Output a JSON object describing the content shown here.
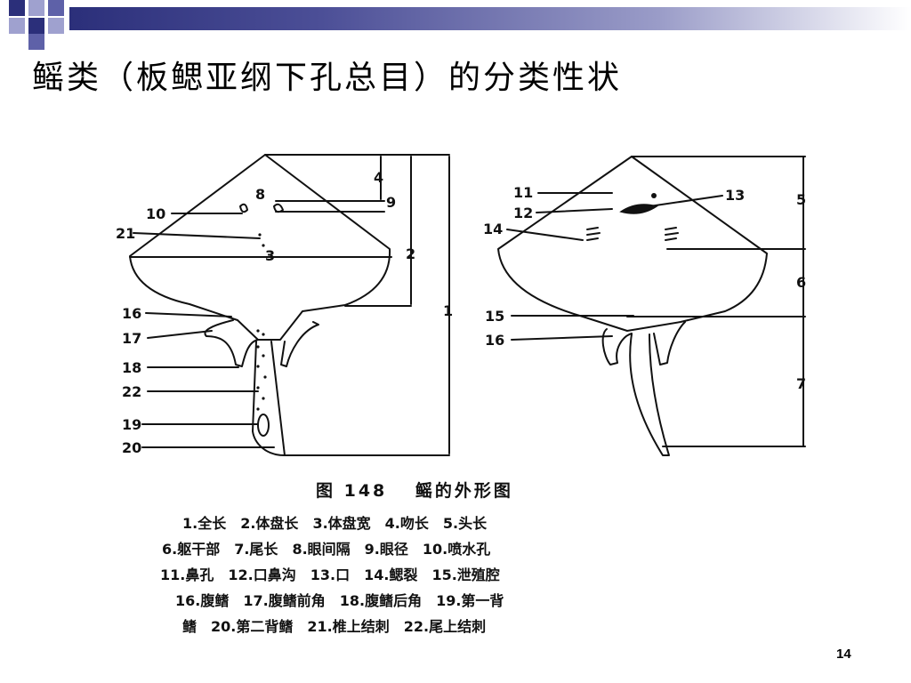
{
  "slide": {
    "title": "鳐类（板鳃亚纲下孔总目）的分类性状",
    "page_number": "14",
    "accent_colors": [
      "#2b2f7a",
      "#5e61a8",
      "#9fa1cf",
      "#ffffff"
    ]
  },
  "figure": {
    "caption": "图 148　 鳐的外形图",
    "left_labels": [
      "10",
      "8",
      "9",
      "21",
      "3",
      "4",
      "2",
      "1",
      "16",
      "17",
      "18",
      "22",
      "19",
      "20"
    ],
    "right_labels": [
      "11",
      "12",
      "13",
      "14",
      "5",
      "6",
      "15",
      "16",
      "7"
    ],
    "legend_rows": [
      [
        "1.全长",
        "2.体盘长",
        "3.体盘宽",
        "4.吻长",
        "5.头长"
      ],
      [
        "6.躯干部",
        "7.尾长",
        "8.眼间隔",
        "9.眼径",
        "10.喷水孔"
      ],
      [
        "11.鼻孔",
        "12.口鼻沟",
        "13.口",
        "14.鳃裂",
        "15.泄殖腔"
      ],
      [
        "16.腹鳍",
        "17.腹鳍前角",
        "18.腹鳍后角",
        "19.第一背"
      ],
      [
        "鳍",
        "20.第二背鳍",
        "21.椎上结刺",
        "22.尾上结刺"
      ]
    ]
  }
}
